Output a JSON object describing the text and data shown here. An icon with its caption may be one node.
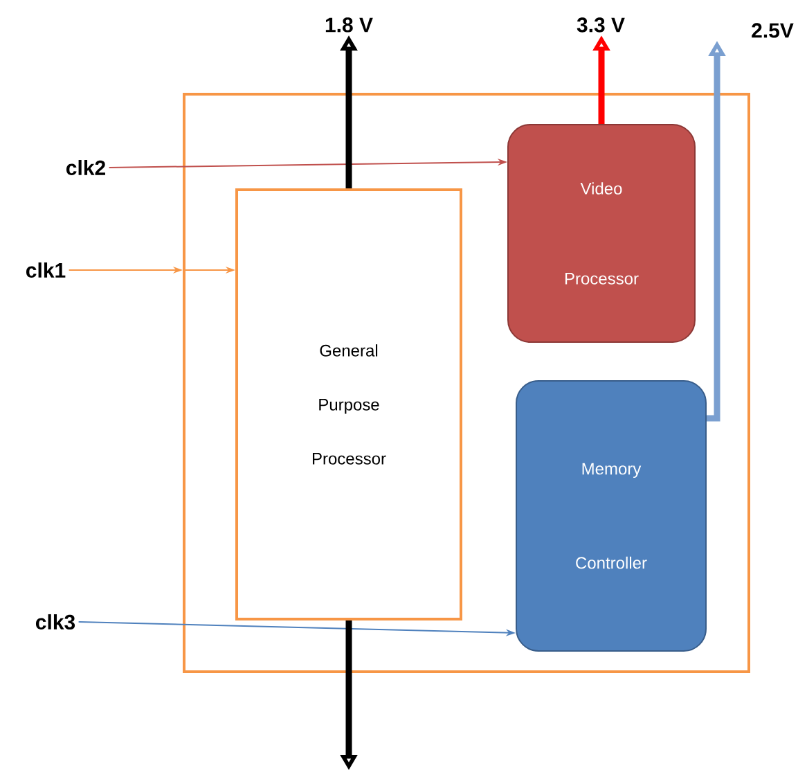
{
  "diagram": {
    "nodes": [
      {
        "text": [],
        "shape": "box"
      },
      {
        "text": [
          "General Purpose Processor"
        ],
        "in": 0
      },
      {
        "text": [
          "Video Processor"
        ],
        "in": 0
      },
      {
        "text": [
          "Memory Controller"
        ],
        "in": 0
      },
      {
        "text": [
          "clk2"
        ]
      },
      {
        "text": [
          "clk1"
        ]
      },
      {
        "text": [
          "clk3"
        ]
      },
      {
        "text": [
          "1.8 V"
        ]
      },
      {
        "text": [
          "3.3 V"
        ]
      },
      {
        "text": [
          "2.5V"
        ]
      }
    ],
    "edges": [
      {
        "from": 4,
        "to": 2,
        "arrow": "to",
        "color": "#c0504d"
      },
      {
        "from": 5,
        "to": 0,
        "arrow": "to",
        "color": "#f79646"
      },
      {
        "from": 0,
        "to": 1,
        "arrow": "to",
        "color": "#f79646"
      },
      {
        "from": 6,
        "to": 3,
        "arrow": "to",
        "color": "#4f81bd"
      },
      {
        "from": 1,
        "to": 7,
        "arrow": "to",
        "style": "thick",
        "color": "#000000"
      },
      {
        "from": 1,
        "to": null,
        "arrow": "to",
        "style": "thick",
        "color": "#000000"
      },
      {
        "from": 2,
        "to": 8,
        "arrow": "to",
        "style": "thick",
        "color": "#ff0000"
      },
      {
        "from": 3,
        "to": 9,
        "arrow": "to",
        "style": "thick",
        "color": "#7a9fd0"
      }
    ]
  }
}
